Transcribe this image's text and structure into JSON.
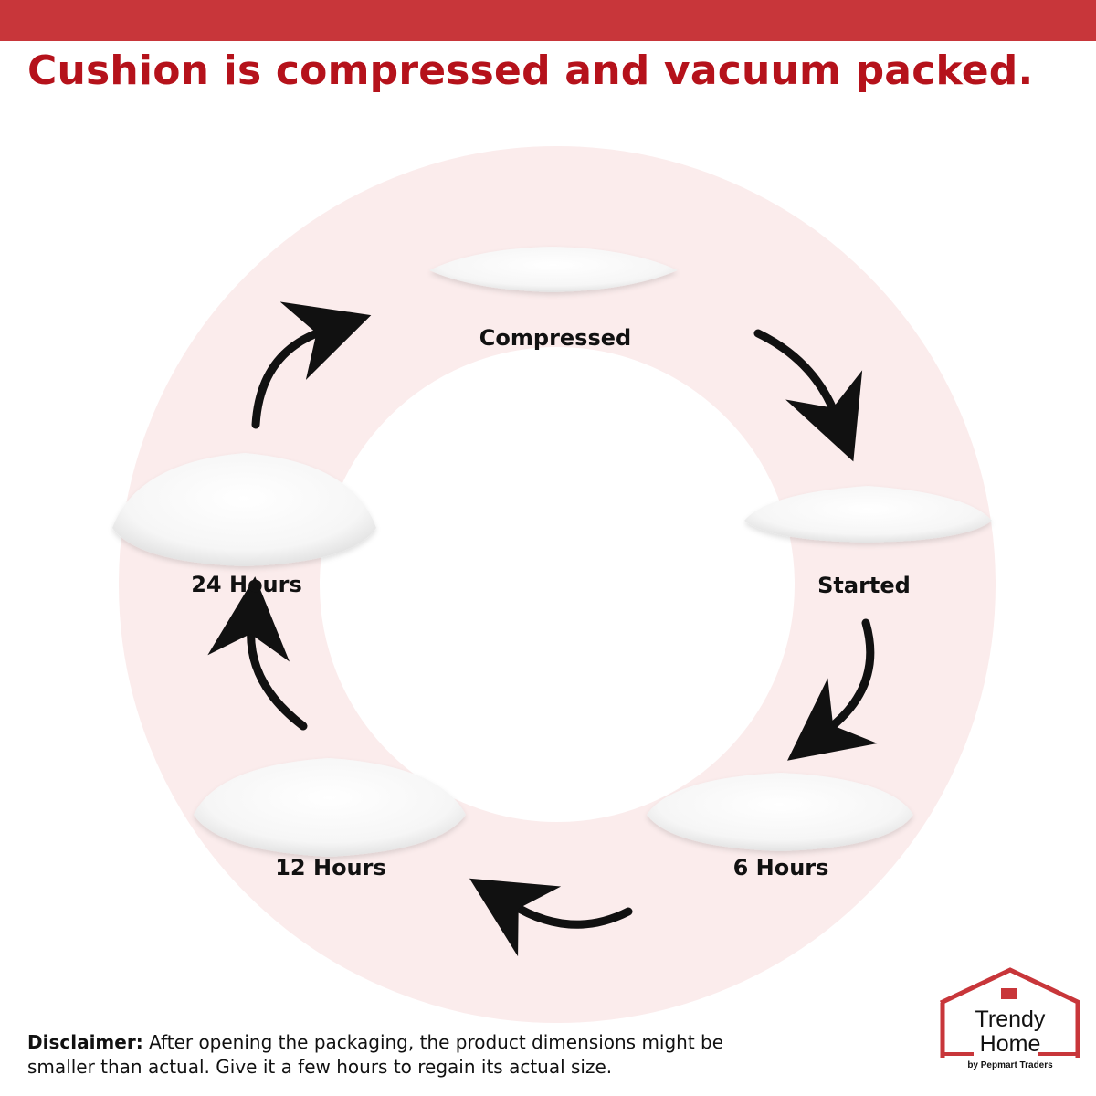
{
  "headline": "Cushion is compressed and vacuum packed.",
  "colors": {
    "top_bar": "#c8363a",
    "headline": "#b5121b",
    "ring": "#fbecec",
    "logo_red": "#c8363a"
  },
  "stages": [
    {
      "label": "Compressed"
    },
    {
      "label": "Started"
    },
    {
      "label": "6 Hours"
    },
    {
      "label": "12 Hours"
    },
    {
      "label": "24 Hours"
    }
  ],
  "disclaimer": {
    "lead": "Disclaimer:",
    "body": "After opening the packaging, the product dimensions might be smaller than actual. Give it a few hours to regain its actual size."
  },
  "logo": {
    "line1": "Trendy",
    "line2": "Home",
    "tagline": "by Pepmart Traders"
  }
}
